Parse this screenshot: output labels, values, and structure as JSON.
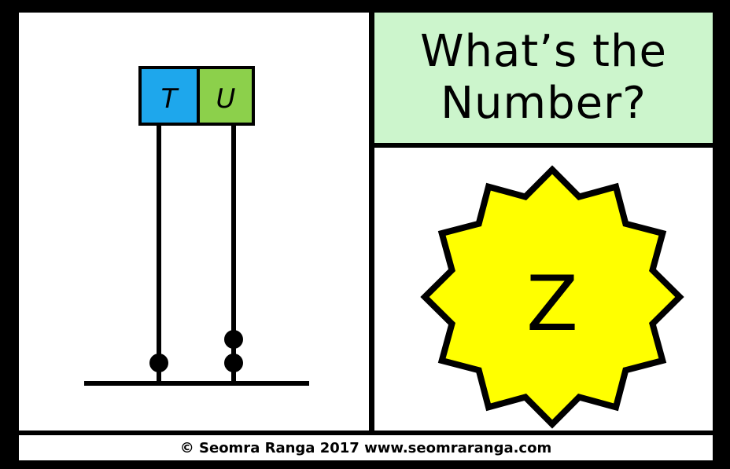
{
  "title": {
    "line1": "What’s the",
    "line2": "Number?"
  },
  "abacus": {
    "columns": [
      {
        "label": "T",
        "color": "#1ea7ec",
        "beads": 1
      },
      {
        "label": "U",
        "color": "#8cd04b",
        "beads": 2
      }
    ]
  },
  "answer": {
    "letter": "Z",
    "badge_color": "#ffff00"
  },
  "footer": {
    "credit": "© Seomra Ranga 2017 www.seomraranga.com"
  }
}
